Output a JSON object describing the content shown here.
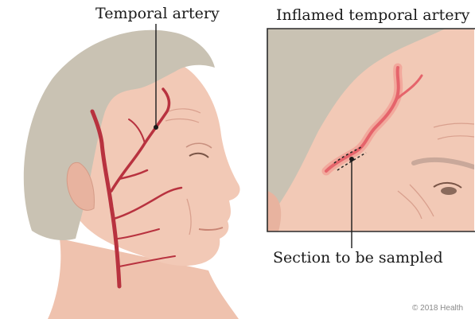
{
  "labels": {
    "temporal_artery": "Temporal artery",
    "inflamed_temporal_artery": "Inflamed temporal artery",
    "section_to_be_sampled": "Section to be sampled",
    "copyright": "© 2018 Health"
  },
  "colors": {
    "hair": "#c9c2b3",
    "skin": "#f2c9b6",
    "skin_shadow": "#e3a995",
    "artery": "#b8323f",
    "inflamed": "#f08a86",
    "frame": "#2b2b2b",
    "leader": "#1a1a1a"
  },
  "icons": {
    "left_figure": "elderly-woman-head-profile",
    "right_figure": "temple-closeup"
  }
}
